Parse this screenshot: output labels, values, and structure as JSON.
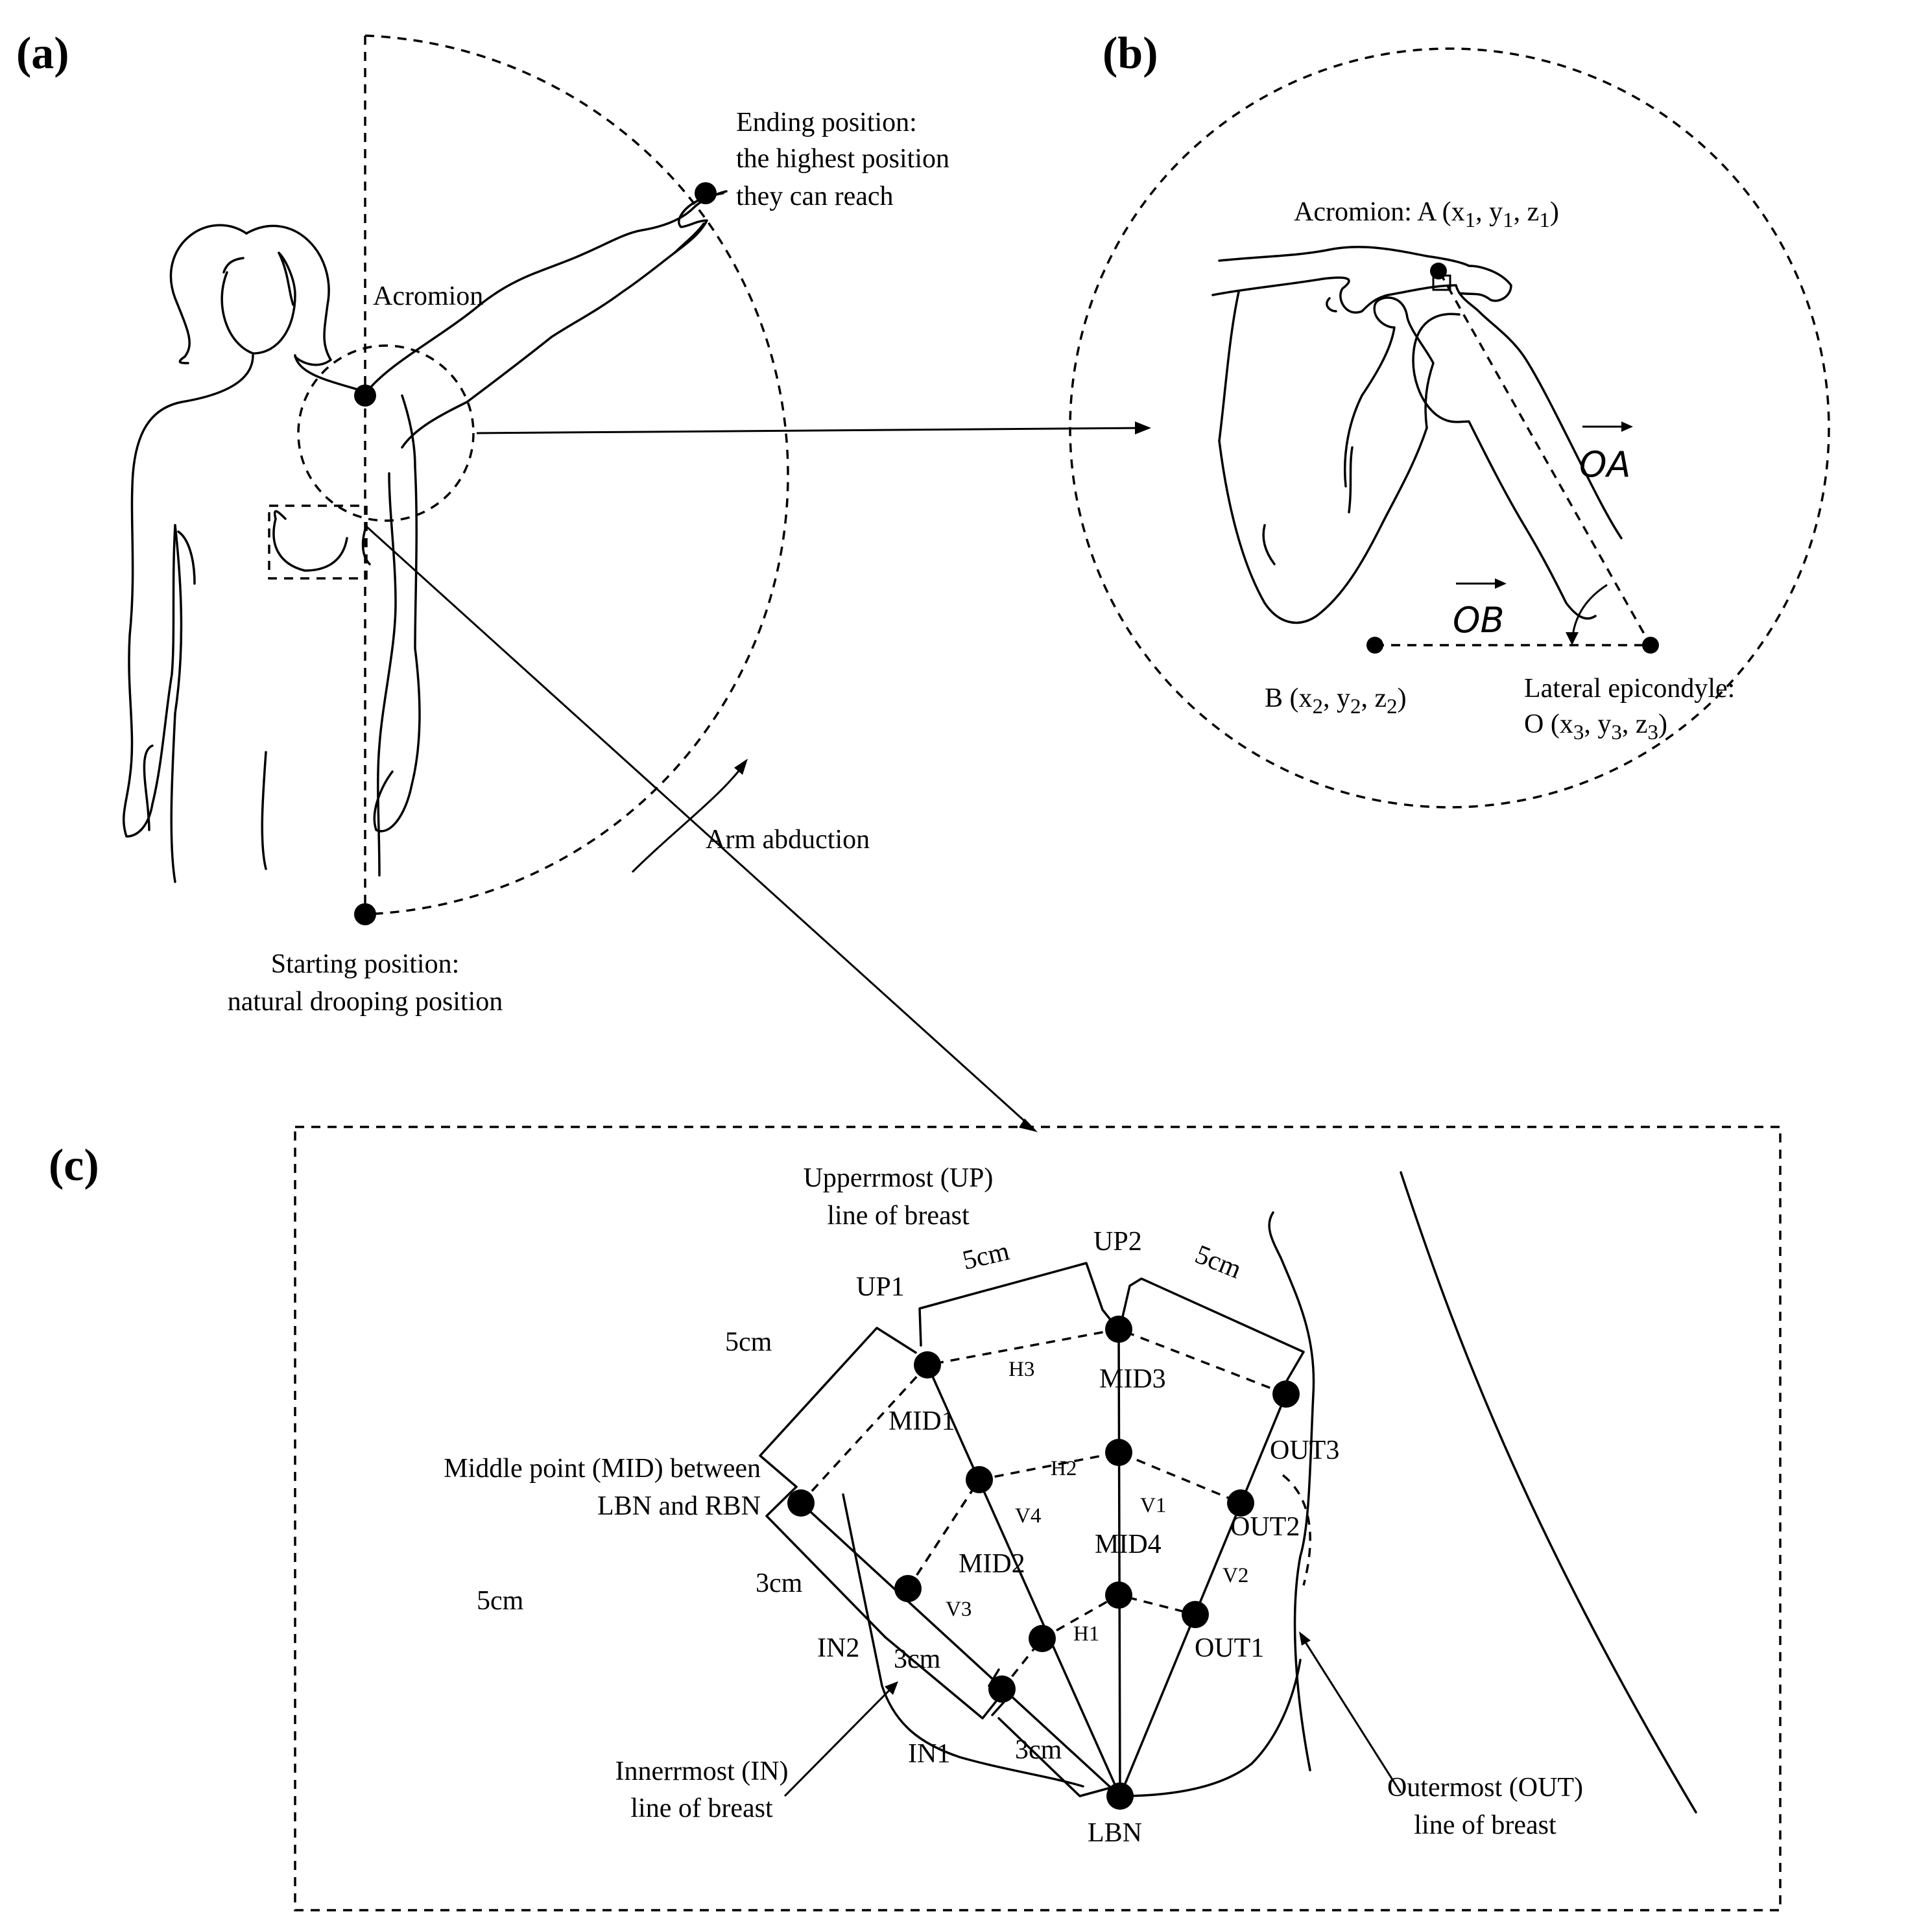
{
  "panels": {
    "a": "(a)",
    "b": "(b)",
    "c": "(c)"
  },
  "panel_a": {
    "ending_line1": "Ending position:",
    "ending_line2": "the highest position",
    "ending_line3": "they can reach",
    "acromion": "Acromion",
    "arm_abduction": "Arm abduction",
    "starting_line1": "Starting position:",
    "starting_line2": "natural drooping position"
  },
  "panel_b": {
    "acromion_name": "Acromion: A (x",
    "b_name": "B (x",
    "lateral_line1": "Lateral epicondyle",
    "lateral_colon": ":",
    "o_name": "O (x",
    "vec_oa": "OA",
    "vec_ob": "OB",
    "sub1": "1",
    "sub2": "2",
    "sub3": "3",
    "y": ", y",
    "z": ", z",
    "close": ")"
  },
  "panel_c": {
    "up_line1": "Upperrmost (UP)",
    "up_line2": "line of breast",
    "mid_line1": "Middle point (MID) between",
    "mid_line2": "LBN and RBN",
    "in_line1": "Innerrmost (IN)",
    "in_line2": "line of breast",
    "out_line1": "Outermost (OUT)",
    "out_line2": "line of breast",
    "points": {
      "UP1": "UP1",
      "UP2": "UP2",
      "MID1": "MID1",
      "MID2": "MID2",
      "MID3": "MID3",
      "MID4": "MID4",
      "OUT1": "OUT1",
      "OUT2": "OUT2",
      "OUT3": "OUT3",
      "IN1": "IN1",
      "IN2": "IN2",
      "LBN": "LBN"
    },
    "segments": {
      "H1": "H1",
      "H2": "H2",
      "H3": "H3",
      "V1": "V1",
      "V2": "V2",
      "V3": "V3",
      "V4": "V4"
    },
    "dims": {
      "five": "5cm",
      "three": "3cm"
    }
  }
}
